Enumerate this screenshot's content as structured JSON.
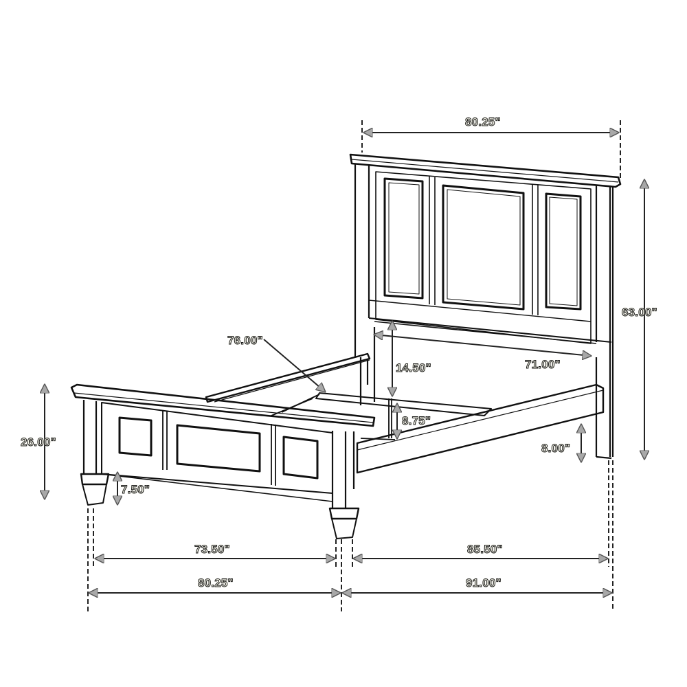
{
  "diagram": {
    "subject": "Bed frame dimension drawing",
    "colors": {
      "line": "#111111",
      "arrow": "#9a9a9a",
      "background": "#ffffff",
      "label_fill": "#f4f4e8"
    },
    "dimensions": {
      "headboard_width": "80.25\"",
      "headboard_height": "63.00\"",
      "slat_span": "76.00\"",
      "headboard_panel_to_rail": "14.50\"",
      "inner_length": "71.00\"",
      "rail_height": "8.75\"",
      "rail_clearance": "8.00\"",
      "footboard_height": "26.00\"",
      "footboard_clearance": "7.50\"",
      "inner_width": "73.50\"",
      "inner_side_length": "85.50\"",
      "overall_width": "80.25\"",
      "overall_length": "91.00\""
    }
  }
}
